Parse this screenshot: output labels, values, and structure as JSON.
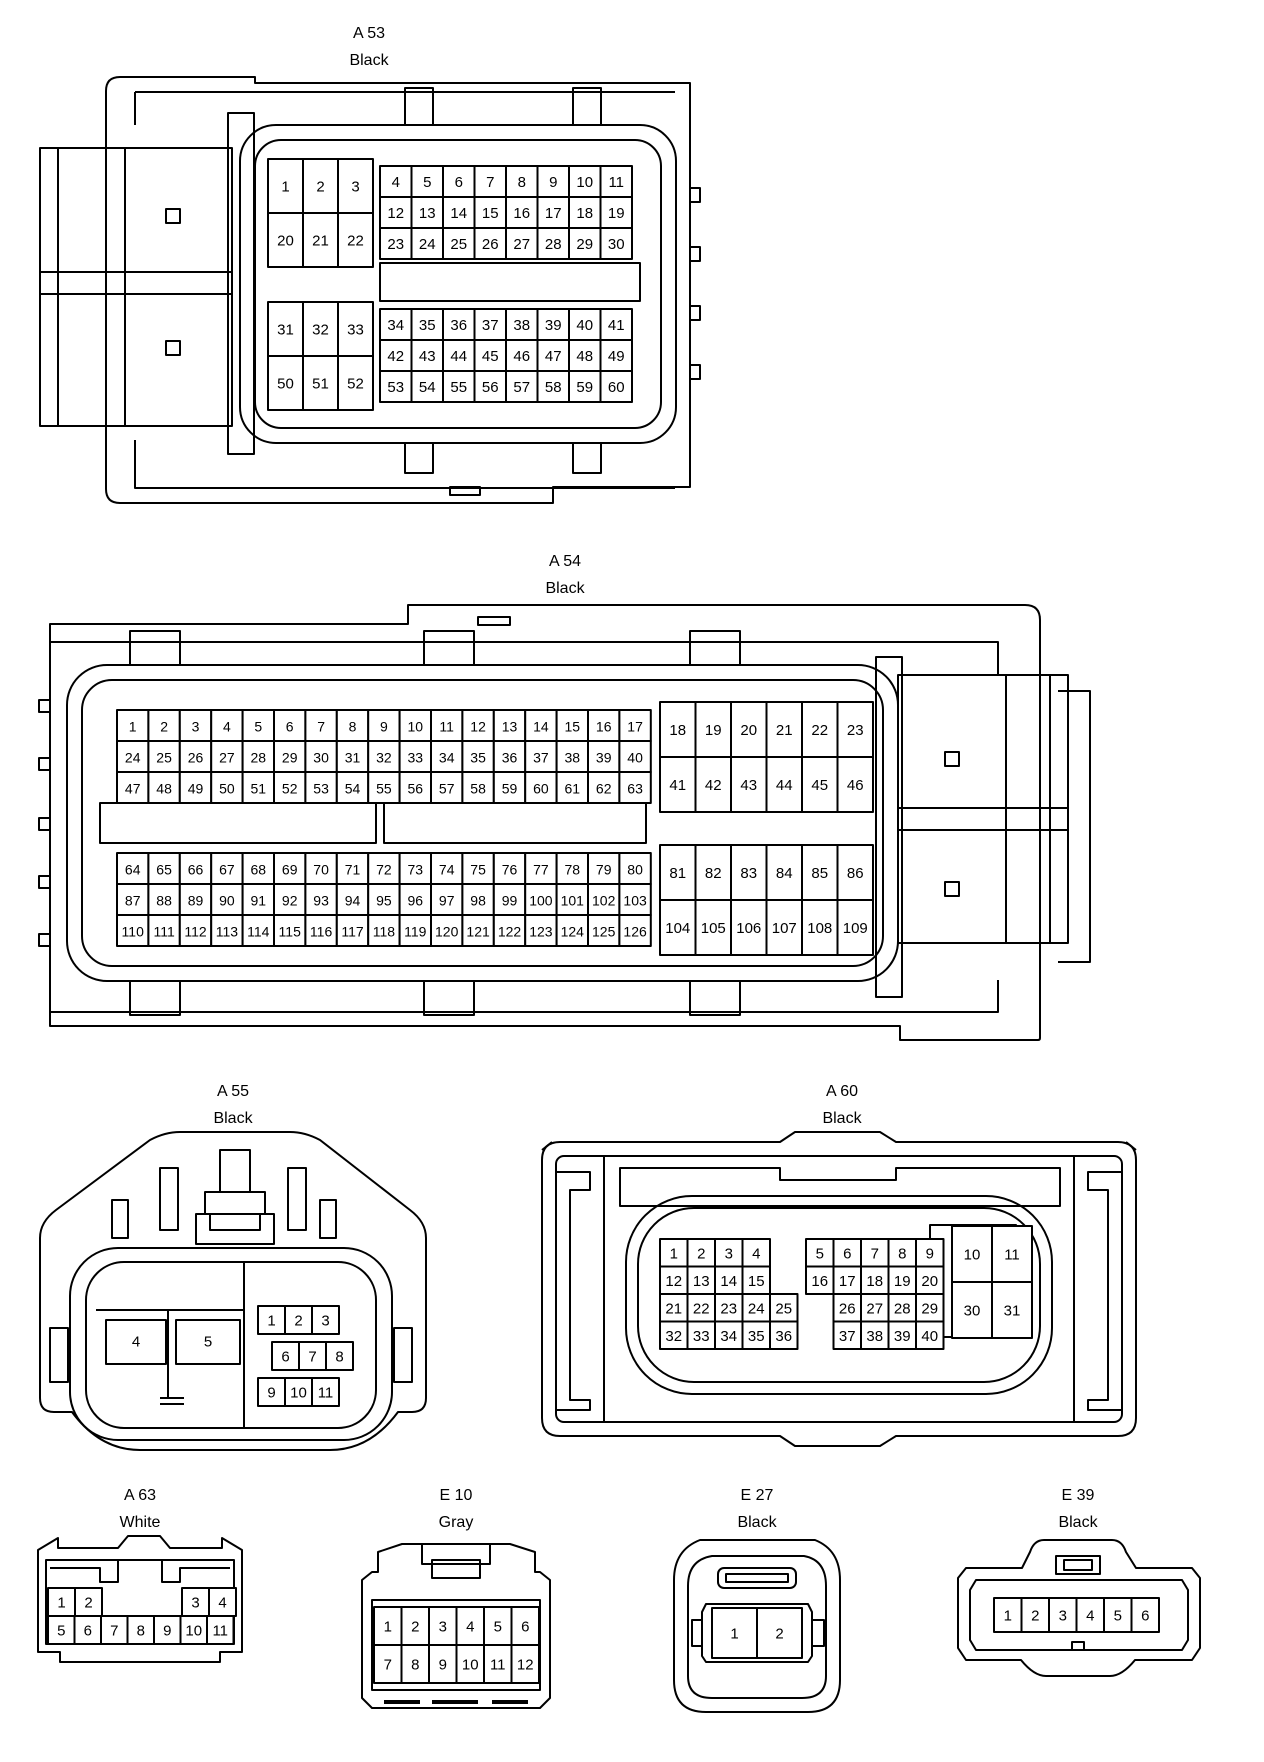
{
  "connectors": {
    "a53": {
      "id": "A 53",
      "color": "Black"
    },
    "a54": {
      "id": "A 54",
      "color": "Black"
    },
    "a55": {
      "id": "A 55",
      "color": "Black"
    },
    "a60": {
      "id": "A 60",
      "color": "Black"
    },
    "a63": {
      "id": "A 63",
      "color": "White"
    },
    "e10": {
      "id": "E 10",
      "color": "Gray"
    },
    "e27": {
      "id": "E 27",
      "color": "Black"
    },
    "e39": {
      "id": "E 39",
      "color": "Black"
    }
  }
}
